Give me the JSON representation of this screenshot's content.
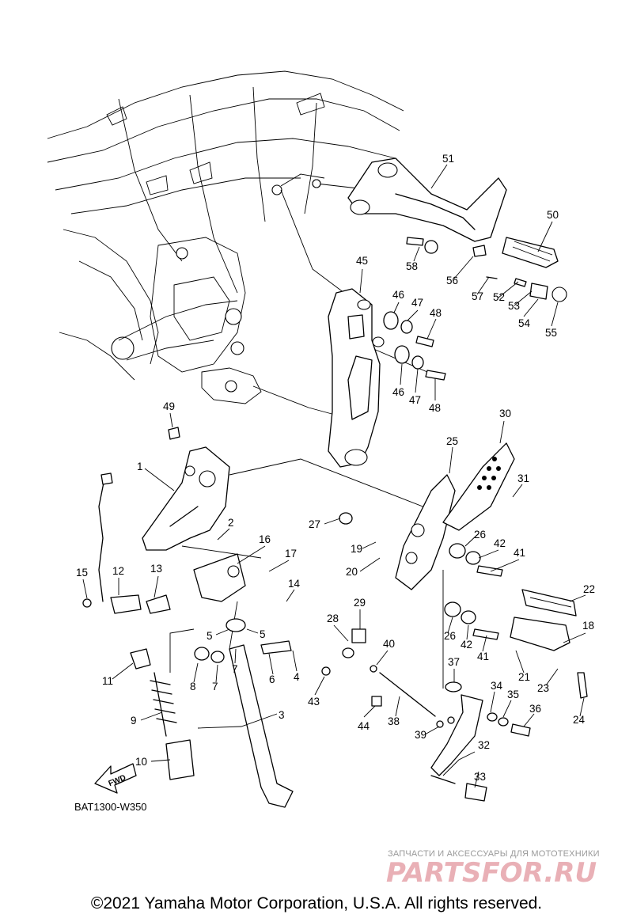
{
  "diagram_code": "BAT1300-W350",
  "fwd_label": "FWD",
  "copyright": "©2021 Yamaha Motor Corporation, U.S.A. All rights reserved.",
  "watermark": {
    "tagline": "ЗАПЧАСТИ И АКСЕССУАРЫ ДЛЯ МОТОТЕХНИКИ",
    "logo": "PARTSFOR.RU"
  },
  "part_labels": [
    "1",
    "2",
    "3",
    "4",
    "5",
    "5",
    "6",
    "7",
    "7",
    "8",
    "9",
    "10",
    "11",
    "12",
    "13",
    "14",
    "15",
    "16",
    "17",
    "18",
    "19",
    "20",
    "21",
    "22",
    "23",
    "24",
    "25",
    "26",
    "26",
    "27",
    "28",
    "29",
    "30",
    "31",
    "32",
    "33",
    "34",
    "35",
    "36",
    "37",
    "38",
    "39",
    "40",
    "41",
    "41",
    "42",
    "42",
    "43",
    "44",
    "45",
    "46",
    "46",
    "47",
    "47",
    "48",
    "48",
    "49",
    "50",
    "51",
    "52",
    "53",
    "54",
    "55",
    "56",
    "57",
    "58"
  ]
}
